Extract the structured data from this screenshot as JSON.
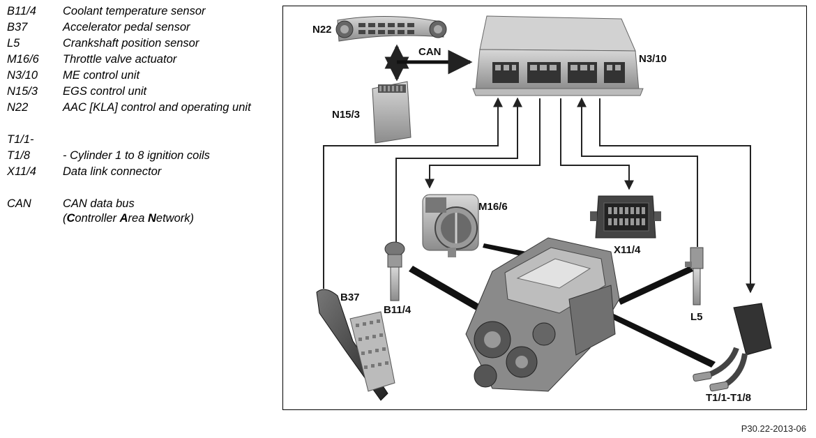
{
  "legend": [
    {
      "code": "B11/4",
      "desc": "Coolant temperature sensor"
    },
    {
      "code": "B37",
      "desc": "Accelerator pedal sensor"
    },
    {
      "code": "L5",
      "desc": "Crankshaft position sensor"
    },
    {
      "code": "M16/6",
      "desc": "Throttle valve actuator"
    },
    {
      "code": "N3/10",
      "desc": "ME control unit"
    },
    {
      "code": "N15/3",
      "desc": "EGS control unit"
    },
    {
      "code": "N22",
      "desc": "AAC [KLA] control and operating unit"
    },
    {
      "code": "T1/1-",
      "desc": ""
    },
    {
      "code": "T1/8",
      "desc": "- Cylinder 1 to 8 ignition coils"
    },
    {
      "code": "X11/4",
      "desc": "Data link connector"
    },
    {
      "code": "CAN",
      "desc": "CAN data bus"
    }
  ],
  "can_expansion": {
    "c": "C",
    "ontroller": "ontroller ",
    "a": "A",
    "rea": "rea ",
    "n": "N",
    "etwork": "etwork)",
    "open": "("
  },
  "diagram": {
    "n22": "N22",
    "can": "CAN",
    "n3_10": "N3/10",
    "n15_3": "N15/3",
    "m16_6": "M16/6",
    "x11_4": "X11/4",
    "b11_4": "B11/4",
    "b37": "B37",
    "l5": "L5",
    "t1": "T1/1-T1/8"
  },
  "footer": "P30.22-2013-06"
}
